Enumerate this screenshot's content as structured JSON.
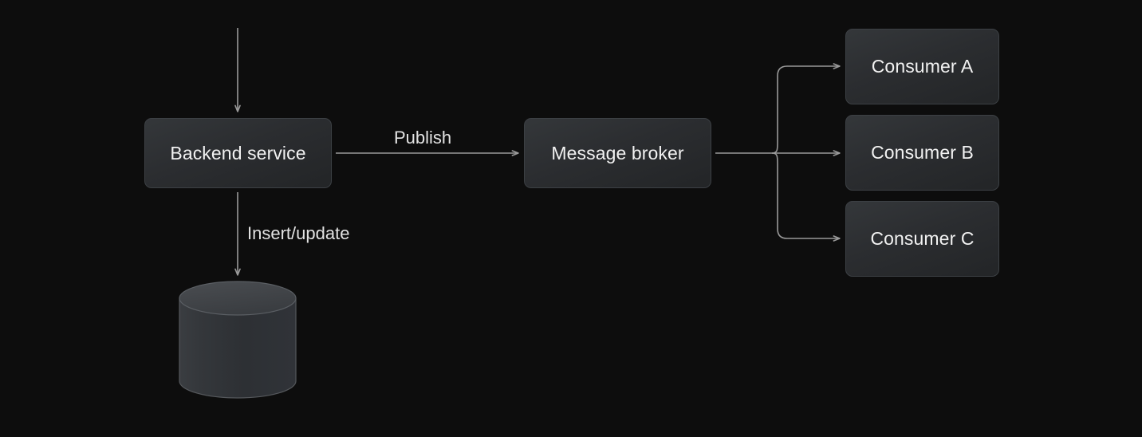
{
  "diagram": {
    "type": "flow-diagram",
    "background_color": "#0d0d0d",
    "node_fill_color": "#2c2e30",
    "node_border_color": "#3c4044",
    "text_color": "#f2f2f2",
    "edge_color": "#9a9a9a",
    "nodes": [
      {
        "id": "backend",
        "label": "Backend service",
        "shape": "rounded-rect"
      },
      {
        "id": "broker",
        "label": "Message broker",
        "shape": "rounded-rect"
      },
      {
        "id": "consumer_a",
        "label": "Consumer A",
        "shape": "rounded-rect"
      },
      {
        "id": "consumer_b",
        "label": "Consumer B",
        "shape": "rounded-rect"
      },
      {
        "id": "consumer_c",
        "label": "Consumer C",
        "shape": "rounded-rect"
      },
      {
        "id": "database",
        "label": "",
        "shape": "cylinder"
      }
    ],
    "edges": [
      {
        "from": "",
        "to": "backend",
        "label": ""
      },
      {
        "from": "backend",
        "to": "broker",
        "label": "Publish"
      },
      {
        "from": "backend",
        "to": "database",
        "label": "Insert/update"
      },
      {
        "from": "broker",
        "to": "consumer_a",
        "label": ""
      },
      {
        "from": "broker",
        "to": "consumer_b",
        "label": ""
      },
      {
        "from": "broker",
        "to": "consumer_c",
        "label": ""
      }
    ]
  }
}
